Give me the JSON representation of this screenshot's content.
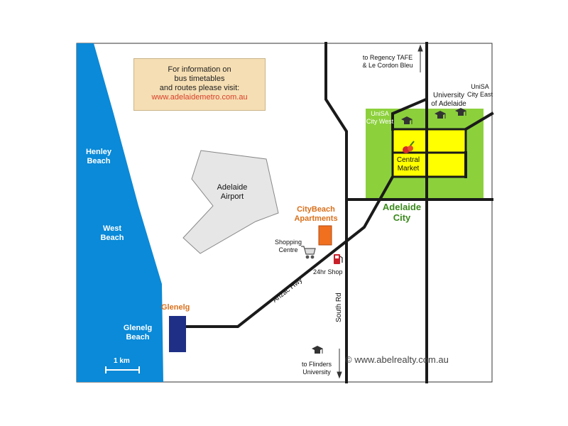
{
  "info_box": {
    "lines": [
      "For information on",
      "bus timetables",
      "and routes please visit:"
    ],
    "link": "www.adelaidemetro.com.au"
  },
  "places": {
    "henley_beach": "Henley\nBeach",
    "west_beach": "West\nBeach",
    "glenelg_beach": "Glenelg\nBeach",
    "glenelg": "Glenelg",
    "adelaide_airport": "Adelaide\nAirport",
    "citybeach_apartments": "CityBeach\nApartments",
    "shopping_centre": "Shopping\nCentre",
    "shop_24hr": "24hr Shop",
    "anzac_hwy": "Anzac Hwy",
    "south_rd": "South Rd",
    "to_flinders": "to Flinders\nUniversity",
    "adelaide_city": "Adelaide\nCity",
    "central_market": "Central\nMarket",
    "unisa_city_west": "UniSA\nCity West",
    "university_of_adelaide": "University\nof Adelaide",
    "unisa_city_east": "UniSA\nCity East",
    "to_regency": "to Regency TAFE\n& Le Cordon Bleu"
  },
  "scale": "1 km",
  "credit": "© www.abelrealty.com.au",
  "colors": {
    "sea": "#0a8ad8",
    "airport": "#e6e6e6",
    "city_parklands": "#8cd13c",
    "city_core": "#ffff00",
    "apartments": "#f07020",
    "glenelg_marker": "#1f2f86",
    "road": "#1a1a1a",
    "orange_label": "#d9701c",
    "green_label": "#3a8a1c"
  },
  "icons": [
    "graduation-cap-icon",
    "shopping-cart-icon",
    "fuel-pump-icon",
    "market-icon"
  ]
}
